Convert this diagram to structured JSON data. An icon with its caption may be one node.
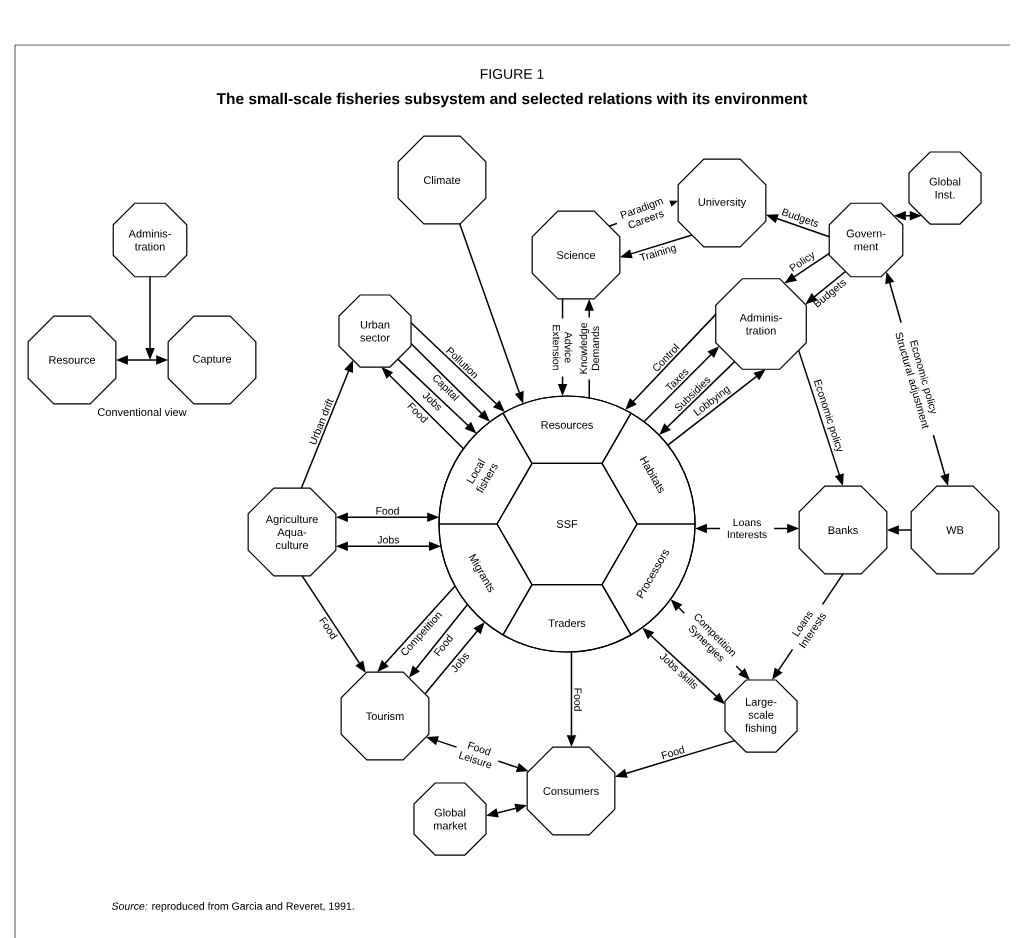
{
  "diagram": {
    "title": "The small-scale fisheries subsystem and selected relations with its environment",
    "caption": "*Source:* reproduced from Garcia and Reveret, 1991.",
    "nodes": [
      {
        "text": [
          "Adminis-tration"
        ]
      },
      {
        "text": [
          "Resource"
        ]
      },
      {
        "text": [
          "Capture"
        ]
      },
      {
        "text": [
          "Climate"
        ]
      },
      {
        "text": [
          "University"
        ]
      },
      {
        "text": [
          "Global Inst."
        ]
      },
      {
        "text": [
          "Science"
        ]
      },
      {
        "text": [
          "Govern-ment"
        ]
      },
      {
        "text": [
          "Adminis-tration"
        ]
      },
      {
        "text": [
          "Urban sector"
        ]
      },
      {
        "text": [],
        "shape": "circle"
      },
      {
        "text": [
          "SSF"
        ],
        "in": 10
      },
      {
        "text": [
          "Resources"
        ],
        "in": 10
      },
      {
        "text": [
          "Habitats"
        ],
        "in": 10
      },
      {
        "text": [
          "Processors"
        ],
        "in": 10
      },
      {
        "text": [
          "Traders"
        ],
        "in": 10
      },
      {
        "text": [
          "Migrants"
        ],
        "in": 10
      },
      {
        "text": [
          "Local fishers"
        ],
        "in": 10
      },
      {
        "text": [
          "Agriculture Aqua-culture"
        ]
      },
      {
        "text": [
          "Banks"
        ]
      },
      {
        "text": [
          "WB"
        ]
      },
      {
        "text": [
          "Tourism"
        ]
      },
      {
        "text": [
          "Large-scale fishing"
        ]
      },
      {
        "text": [
          "Consumers"
        ]
      },
      {
        "text": [
          "Global market"
        ]
      }
    ],
    "edges": [
      {
        "from": 0,
        "to": null,
        "arrow": "to"
      },
      {
        "from": 1,
        "to": 2,
        "arrow": "both"
      },
      {
        "from": 3,
        "to": 12,
        "arrow": "to"
      },
      {
        "from": 9,
        "to": 12,
        "arrow": "to",
        "label": "Pollution"
      },
      {
        "from": 9,
        "to": 17,
        "arrow": "to",
        "label": "Capital"
      },
      {
        "from": 9,
        "to": 17,
        "arrow": "to",
        "label": "Jobs"
      },
      {
        "from": 17,
        "to": 9,
        "arrow": "to",
        "label": "Food"
      },
      {
        "from": 6,
        "to": 12,
        "arrow": "to",
        "label": "Advice Extension"
      },
      {
        "from": 12,
        "to": 6,
        "arrow": "to",
        "label": "Knowledge Demands"
      },
      {
        "from": 6,
        "to": 4,
        "arrow": "to",
        "label": "Paradigm Careers"
      },
      {
        "from": 4,
        "to": 6,
        "arrow": "to",
        "label": "Training"
      },
      {
        "from": 7,
        "to": 4,
        "arrow": "to",
        "label": "Budgets"
      },
      {
        "from": 7,
        "to": 5,
        "arrow": "both"
      },
      {
        "from": 7,
        "to": 8,
        "arrow": "to",
        "label": "Policy"
      },
      {
        "from": 7,
        "to": 8,
        "arrow": "to",
        "label": "Budgets"
      },
      {
        "from": 8,
        "to": 12,
        "arrow": "to",
        "label": "Control"
      },
      {
        "from": 13,
        "to": 8,
        "arrow": "to",
        "label": "Taxes"
      },
      {
        "from": 8,
        "to": 13,
        "arrow": "to",
        "label": "Subsidies"
      },
      {
        "from": 13,
        "to": 8,
        "arrow": "to",
        "label": "Lobbying"
      },
      {
        "from": 8,
        "to": 19,
        "arrow": "to",
        "label": "Economic policy"
      },
      {
        "from": 7,
        "to": 20,
        "arrow": "both",
        "label": "Economic policy Structural adjustment"
      },
      {
        "from": 20,
        "to": 19,
        "arrow": "to"
      },
      {
        "from": 14,
        "to": 19,
        "arrow": "both",
        "label": "Loans Interests"
      },
      {
        "from": 19,
        "to": 22,
        "arrow": "to",
        "label": "Loans Interests"
      },
      {
        "from": 14,
        "to": 22,
        "arrow": "both",
        "label": "Competition Synergies"
      },
      {
        "from": 14,
        "to": 22,
        "arrow": "both",
        "label": "Jobs skills"
      },
      {
        "from": 15,
        "to": 23,
        "arrow": "to",
        "label": "Food"
      },
      {
        "from": 22,
        "to": 23,
        "arrow": "to",
        "label": "Food"
      },
      {
        "from": 21,
        "to": 23,
        "arrow": "both",
        "label": "Food Leisure"
      },
      {
        "from": 24,
        "to": 23,
        "arrow": "both"
      },
      {
        "from": 16,
        "to": 21,
        "arrow": "to",
        "label": "Competition"
      },
      {
        "from": 16,
        "to": 21,
        "arrow": "to",
        "label": "Food"
      },
      {
        "from": 21,
        "to": 16,
        "arrow": "to",
        "label": "Jobs"
      },
      {
        "from": 18,
        "to": 17,
        "arrow": "both",
        "label": "Food"
      },
      {
        "from": 18,
        "to": 16,
        "arrow": "both",
        "label": "Jobs"
      },
      {
        "from": 18,
        "to": 9,
        "arrow": "to",
        "label": "Urban drift"
      },
      {
        "from": 18,
        "to": 21,
        "arrow": "to",
        "label": "Food"
      }
    ],
    "labels": [
      "FIGURE 1",
      "Conventional view"
    ]
  }
}
